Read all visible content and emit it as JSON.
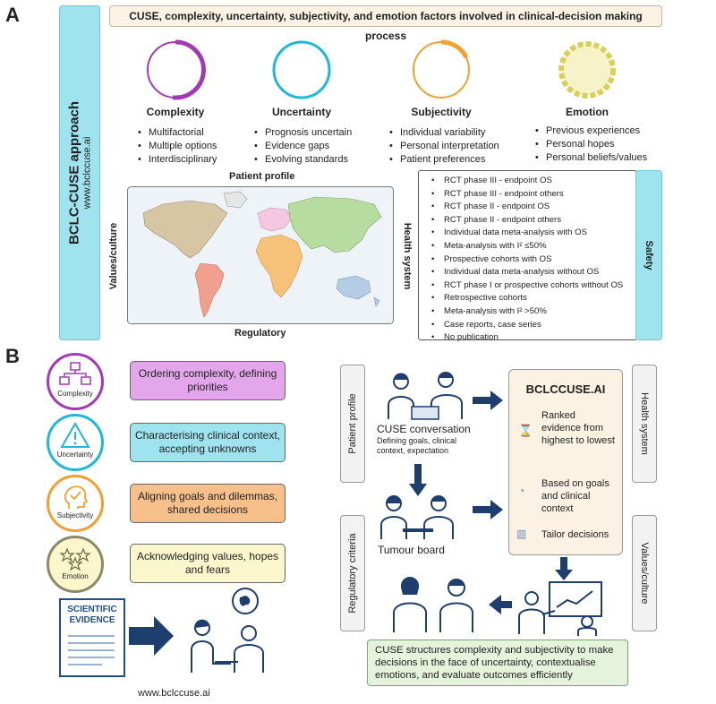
{
  "panel_a": {
    "letter": "A",
    "side_title": "BCLC-CUSE approach",
    "side_url": "www.bclccuse.ai",
    "header": "CUSE, complexity, uncertainty, subjectivity, and emotion factors involved in clinical-decision making process",
    "factors": [
      {
        "name": "Complexity",
        "color": "#a23ab6",
        "items": [
          "Multifactorial",
          "Multiple options",
          "Interdisciplinary"
        ]
      },
      {
        "name": "Uncertainty",
        "color": "#1fb8d6",
        "items": [
          "Prognosis uncertain",
          "Evidence gaps",
          "Evolving standards"
        ]
      },
      {
        "name": "Subjectivity",
        "color": "#f0a030",
        "items": [
          "Individual variability",
          "Personal interpretation",
          "Patient preferences"
        ]
      },
      {
        "name": "Emotion",
        "color": "#e8e07a",
        "items": [
          "Previous experiences",
          "Personal hopes",
          "Personal beliefs/values"
        ]
      }
    ],
    "map_labels": {
      "top": "Patient profile",
      "left": "Values/culture",
      "right": "Health system",
      "bottom": "Regulatory"
    },
    "evidence": [
      "RCT phase III - endpoint OS",
      "RCT phase III - endpoint others",
      "RCT phase II - endpoint OS",
      "RCT phase II - endpoint others",
      "Individual data meta-analysis with OS",
      "Meta-analysis with I² ≤50%",
      "Prospective cohorts with OS",
      "Individual data meta-analysis without OS",
      "RCT phase I or prospective cohorts without OS",
      "Retrospective cohorts",
      "Meta-analysis with I² >50%",
      "Case reports, case series",
      "No publication"
    ],
    "safety_label": "Safety"
  },
  "panel_b": {
    "letter": "B",
    "rows": [
      {
        "icon_label": "Complexity",
        "text": "Ordering complexity, defining priorities",
        "fill": "#e3a6ea",
        "ring": "#a23ab6"
      },
      {
        "icon_label": "Uncertainty",
        "text": "Characterising clinical context, accepting unknowns",
        "fill": "#9fe3ee",
        "ring": "#1fb8d6"
      },
      {
        "icon_label": "Subjectivity",
        "text": "Aligning goals and dilemmas, shared decisions",
        "fill": "#f7c08a",
        "ring": "#f0a030"
      },
      {
        "icon_label": "Emotion",
        "text": "Acknowledging values, hopes and fears",
        "fill": "#fbf6cc",
        "ring": "#8a8a6a"
      }
    ],
    "doc_title": "SCIENTIFIC EVIDENCE",
    "bottom_url": "www.bclccuse.ai",
    "tabs": {
      "patient_profile": "Patient profile",
      "regulatory": "Regulatory criteria",
      "health_system": "Health system",
      "values_culture": "Values/culture"
    },
    "cuse_conversation": "CUSE conversation",
    "cuse_sub": "Defining goals, clinical context, expectation",
    "tumour_board": "Tumour board",
    "ai_title": "BCLCCUSE.AI",
    "ai_items": [
      "Ranked evidence from highest to lowest",
      "Based on goals and clinical context",
      "Tailor decisions"
    ],
    "summary": "CUSE structures complexity and subjectivity to make decisions in the face of uncertainty, contextualise emotions, and evaluate outcomes efficiently"
  }
}
